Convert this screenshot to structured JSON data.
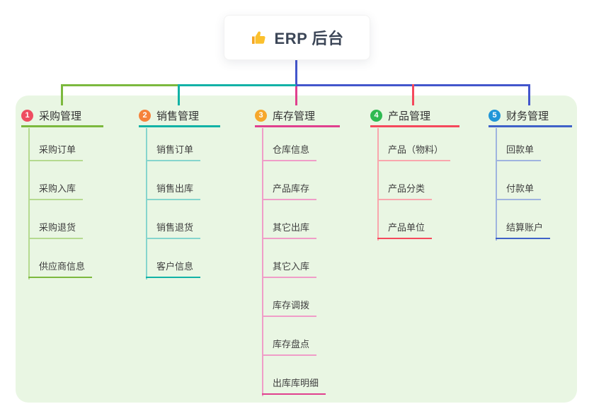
{
  "root": {
    "label": "ERP 后台",
    "icon": "thumbs-up-icon"
  },
  "connector_colors": {
    "trunk_blue": "#4356cc",
    "rail_green": "#7cb93e",
    "rail_teal": "#12b2a6",
    "rail_blue": "#4356cc",
    "drop_magenta": "#e0408e",
    "drop_red": "#f5495c"
  },
  "canvas_background": "#e9f6e3",
  "branches": [
    {
      "number": "1",
      "label": "采购管理",
      "badge_color": "#ee4d61",
      "line_color": "#7cb93e",
      "light_line_color": "#b5da90",
      "children": [
        "采购订单",
        "采购入库",
        "采购退货",
        "供应商信息"
      ]
    },
    {
      "number": "2",
      "label": "销售管理",
      "badge_color": "#f6823b",
      "line_color": "#12b2a6",
      "light_line_color": "#86d5cd",
      "children": [
        "销售订单",
        "销售出库",
        "销售退货",
        "客户信息"
      ]
    },
    {
      "number": "3",
      "label": "库存管理",
      "badge_color": "#f6a72c",
      "line_color": "#e0408e",
      "light_line_color": "#f09dc8",
      "children": [
        "仓库信息",
        "产品库存",
        "其它出库",
        "其它入库",
        "库存调拨",
        "库存盘点",
        "出库库明细"
      ]
    },
    {
      "number": "4",
      "label": "产品管理",
      "badge_color": "#2fba52",
      "line_color": "#f5495c",
      "light_line_color": "#f9a6ad",
      "children": [
        "产品（物料）",
        "产品分类",
        "产品单位"
      ]
    },
    {
      "number": "5",
      "label": "财务管理",
      "badge_color": "#2196d8",
      "line_color": "#3f62c8",
      "light_line_color": "#9fb4df",
      "children": [
        "回款单",
        "付款单",
        "结算账户"
      ]
    }
  ]
}
